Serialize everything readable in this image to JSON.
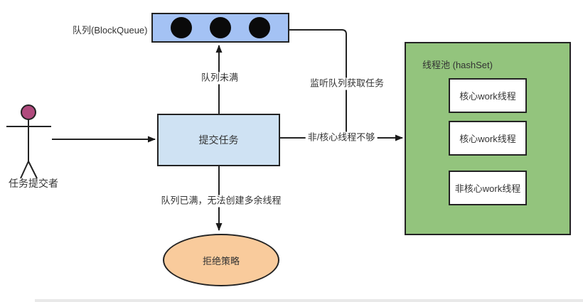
{
  "colors": {
    "canvas-bg": "#ffffff",
    "stroke": "#232323",
    "text": "#333333",
    "queue-fill": "#a4c2f4",
    "submit-fill": "#cfe2f3",
    "pool-fill": "#93c47d",
    "thread-fill": "#ffffff",
    "reject-fill": "#f9cb9c",
    "actor-head": "#b04a7d"
  },
  "actor": {
    "label": "任务提交者"
  },
  "queue": {
    "label": "队列(BlockQueue)",
    "item_count": 3
  },
  "submit_box": {
    "label": "提交任务"
  },
  "pool": {
    "label": "线程池 (hashSet)",
    "threads": [
      "核心work线程",
      "核心work线程",
      "非核心work线程"
    ]
  },
  "reject": {
    "label": "拒绝策略"
  },
  "edges": {
    "queue_not_full": "队列未满",
    "listen_queue": "监听队列获取任务",
    "threads_not_enough": "非/核心线程不够",
    "queue_full": "队列已满，无法创建多余线程"
  }
}
